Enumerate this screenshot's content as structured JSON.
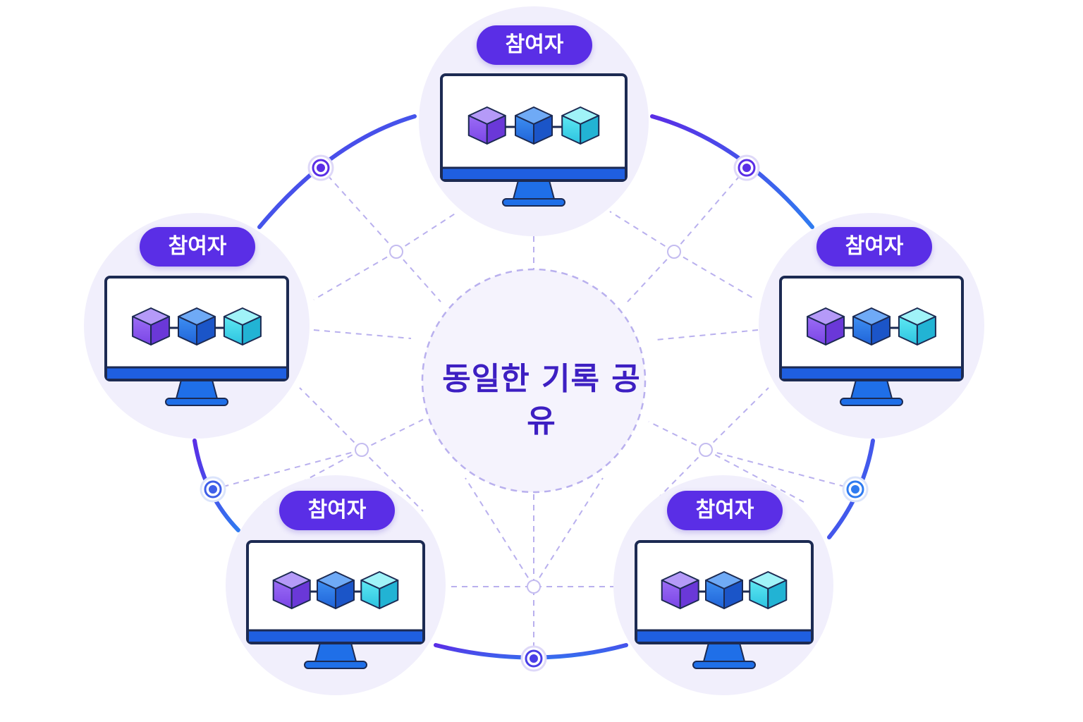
{
  "center": {
    "label": "동일한 기록 공유"
  },
  "participants": [
    {
      "label": "참여자"
    },
    {
      "label": "참여자"
    },
    {
      "label": "참여자"
    },
    {
      "label": "참여자"
    },
    {
      "label": "참여자"
    }
  ],
  "colors": {
    "accent": "#5a2ee6",
    "ring_start": "#5a2ee6",
    "ring_end": "#2f7bf0",
    "node_bg": "#f1effc",
    "dash": "#b9b0ee",
    "monitor_stand": "#1f6fe8",
    "monitor_frame": "#1c2a52",
    "block_purple": "#8a5cf0",
    "block_blue": "#2e7fe8",
    "block_cyan": "#3fd9ea"
  }
}
